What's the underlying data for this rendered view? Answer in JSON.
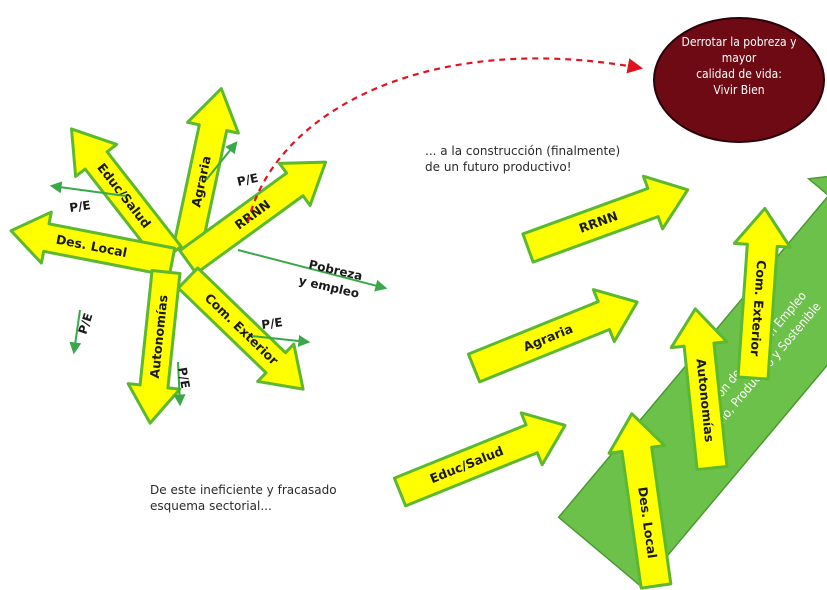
{
  "goal": {
    "line1": "Derrotar la pobreza y mayor",
    "line2": "calidad de vida:",
    "line3": "Vivir Bien",
    "fill_color": "#6d0a14"
  },
  "transition_note": {
    "line1": "... a la construcción (finalmente)",
    "line2": "de un futuro productivo!"
  },
  "old_scheme_note": {
    "line1": "De este ineficiente y fracasado",
    "line2": "esquema sectorial..."
  },
  "old_scheme": {
    "sectors": {
      "educ_salud": "Educ/Salud",
      "agraria": "Agraria",
      "rrnn": "RRNN",
      "des_local": "Des. Local",
      "autonomias": "Autonomías",
      "com_exterior": "Com. Exterior"
    },
    "pe": "P/E",
    "pobreza_line1": "Pobreza",
    "pobreza_line2": "y empleo"
  },
  "new_scheme": {
    "main_line1": "Creación de Valor con Empleo",
    "main_line2": "digno, Productivo y Sostenible",
    "sectors": {
      "rrnn": "RRNN",
      "agraria": "Agraria",
      "educ_salud": "Educ/Salud",
      "autonomias": "Autonomías",
      "com_exterior": "Com. Exterior",
      "des_local": "Des. Local"
    }
  },
  "colors": {
    "arrow_fill": "#ffff00",
    "arrow_outline": "#5cb82f",
    "main_arrow": "#6cc14a",
    "dashed_connector": "#e0141e",
    "thin_arrows": "#3aa84a"
  }
}
